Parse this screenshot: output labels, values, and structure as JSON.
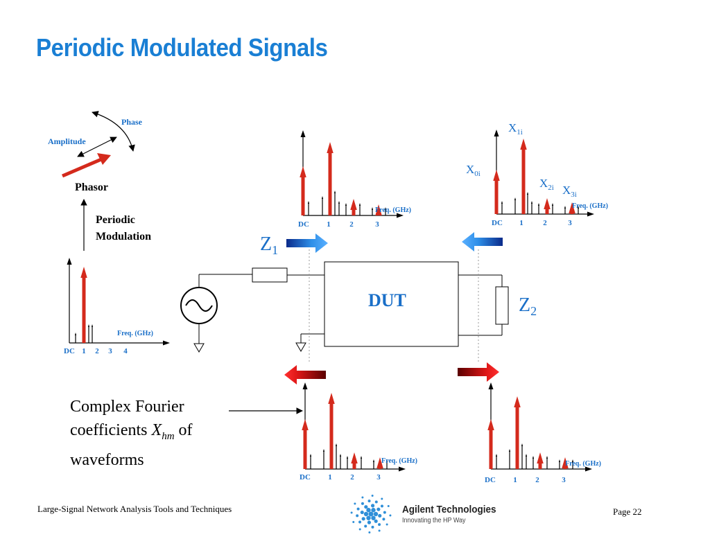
{
  "title": "Periodic Modulated Signals",
  "phasor": {
    "phase_label": "Phase",
    "amplitude_label": "Amplitude",
    "phasor_label": "Phasor",
    "modulation_label_line1": "Periodic",
    "modulation_label_line2": "Modulation"
  },
  "spectrum": {
    "freq_label": "Freq. (GHz)",
    "ticks_a": [
      "DC",
      "1",
      "2",
      "3",
      "4"
    ],
    "ticks_b": [
      "DC",
      "1",
      "2",
      "3"
    ]
  },
  "coefficients": {
    "x0": "X",
    "x0_sub": "0i",
    "x1": "X",
    "x1_sub": "1i",
    "x2": "X",
    "x2_sub": "2i",
    "x3": "X",
    "x3_sub": "3i"
  },
  "circuit": {
    "dut_label": "DUT",
    "z1": "Z",
    "z1_sub": "1",
    "z2": "Z",
    "z2_sub": "2"
  },
  "caption": {
    "line1": "Complex Fourier",
    "line2_pre": "coefficients ",
    "line2_var": "X",
    "line2_sub": "hm",
    "line2_post": " of",
    "line3": "waveforms"
  },
  "footer": {
    "left": "Large-Signal Network Analysis Tools and Techniques",
    "right": "Page 22",
    "brand_name": "Agilent Technologies",
    "brand_tagline": "Innovating the HP Way"
  },
  "colors": {
    "title_blue": "#1a7fd4",
    "label_blue": "#1a6fc8",
    "red": "#d42a1c",
    "dark_red": "#6b0000"
  }
}
